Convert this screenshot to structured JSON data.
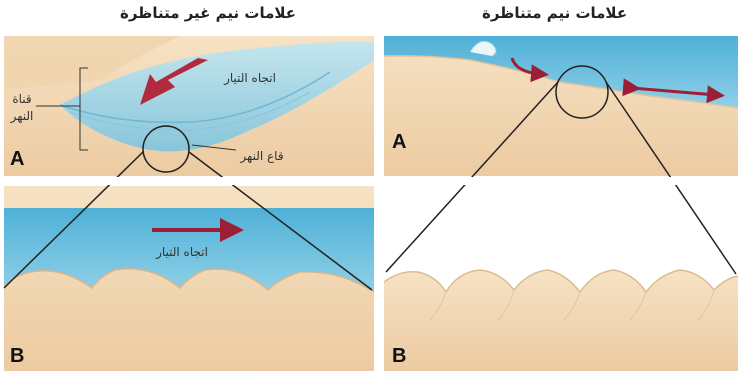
{
  "titles": {
    "left": "علامات نيم غير متناظرة",
    "right": "علامات نيم متناظرة"
  },
  "labels": {
    "current_direction_top": "اتجاه التيار",
    "current_direction_bottom": "اتجاه التيار",
    "river_channel_line1": "قناة",
    "river_channel_line2": "النهر",
    "river_bed": "قاع النهر"
  },
  "panel_letters": {
    "left_top": "A",
    "left_bottom": "B",
    "right_top": "A",
    "right_bottom": "B"
  },
  "colors": {
    "water": "#5eb8d8",
    "water_light": "#a9dbec",
    "sand": "#f3dcbc",
    "sand_dark": "#e6c59c",
    "arrow": "#9e1f35"
  }
}
